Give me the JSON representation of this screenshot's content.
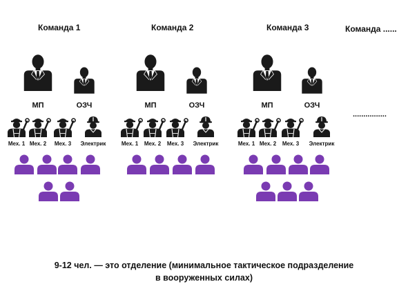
{
  "colors": {
    "dark": "#1a1a1a",
    "purple": "#7a3bb2",
    "background": "#ffffff"
  },
  "icons": {
    "leader": "businessman-icon",
    "deputy": "businessman-icon",
    "mechanic": "mechanic-icon",
    "electrician": "electrician-icon",
    "member": "person-icon"
  },
  "teams": [
    {
      "title": "Команда 1",
      "roles": [
        "МП",
        "ОЗЧ"
      ],
      "workers": [
        "Мех. 1",
        "Мех. 2",
        "Мех. 3",
        "Электрик"
      ],
      "member_count": 6
    },
    {
      "title": "Команда 2",
      "roles": [
        "МП",
        "ОЗЧ"
      ],
      "workers": [
        "Мех. 1",
        "Мех. 2",
        "Мех. 3",
        "Электрик"
      ],
      "member_count": 4
    },
    {
      "title": "Команда 3",
      "roles": [
        "МП",
        "ОЗЧ"
      ],
      "workers": [
        "Мех. 1",
        "Мех. 2",
        "Мех. 3",
        "Электрик"
      ],
      "member_count": 7
    }
  ],
  "more_team": {
    "title": "Команда ......",
    "ellipsis": "................"
  },
  "caption": {
    "line1": "9-12 чел. — это отделение (минимальное тактическое подразделение",
    "line2": "в вооруженных силах)"
  }
}
